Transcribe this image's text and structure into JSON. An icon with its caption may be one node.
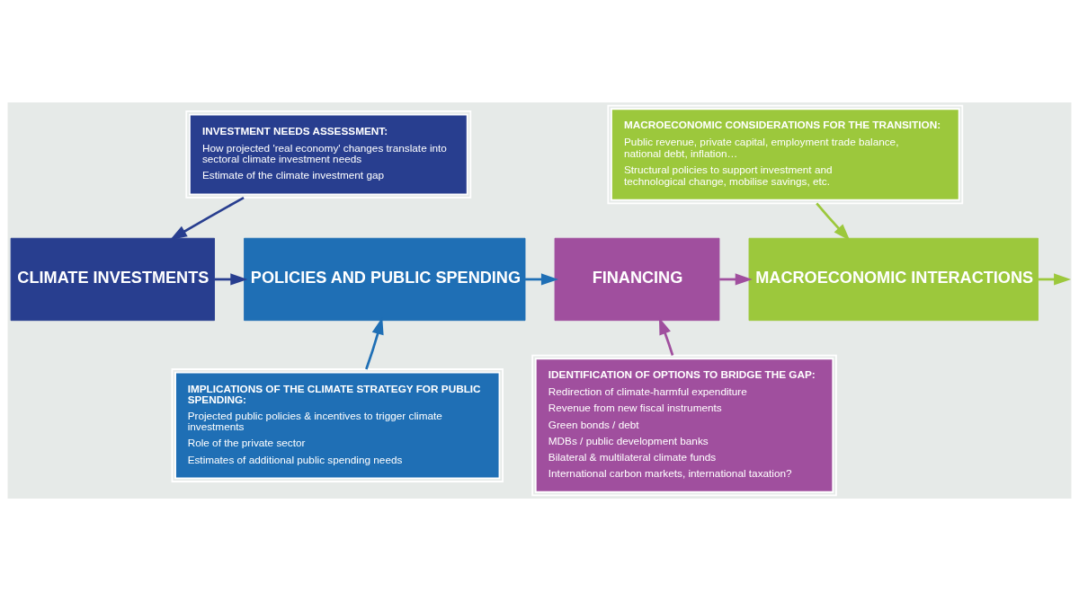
{
  "diagram": {
    "nodes": [
      {
        "text": [
          "INVESTMENT NEEDS ASSESSMENT:",
          "How projected 'real economy' changes translate into sectoral climate investment needs",
          "Estimate of the climate investment gap"
        ]
      },
      {
        "text": [
          "MACROECONOMIC CONSIDERATIONS FOR THE TRANSITION:",
          "Public revenue, private capital, employment trade balance, national debt, inflation…",
          "Structural policies to support investment and technological change, mobilise savings, etc."
        ]
      },
      {
        "text": [
          "CLIMATE INVESTMENTS"
        ]
      },
      {
        "text": [
          "POLICIES AND PUBLIC SPENDING"
        ]
      },
      {
        "text": [
          "FINANCING"
        ]
      },
      {
        "text": [
          "MACROECONOMIC INTERACTIONS"
        ]
      },
      {
        "text": [
          "IMPLICATIONS OF THE CLIMATE STRATEGY FOR PUBLIC SPENDING:",
          "Projected public policies & incentives to trigger climate investments",
          "Role of the private sector",
          "Estimates of additional public spending needs"
        ]
      },
      {
        "text": [
          "IDENTIFICATION OF OPTIONS TO BRIDGE THE GAP:",
          "Redirection of climate-harmful expenditure",
          "Revenue from new fiscal instruments",
          "Green bonds / debt",
          "MDBs / public development banks",
          "Bilateral & multilateral climate funds",
          "International carbon markets, international taxation?"
        ]
      }
    ],
    "edges": [
      {
        "from": 2,
        "to": 3,
        "arrow": "to",
        "color": "#283e8f"
      },
      {
        "from": 3,
        "to": 4,
        "arrow": "to",
        "color": "#1f6fb5"
      },
      {
        "from": 4,
        "to": 5,
        "arrow": "to",
        "color": "#a04f9e"
      },
      {
        "from": 5,
        "to": null,
        "arrow": "to",
        "color": "#9cc83c"
      },
      {
        "from": 0,
        "to": 2,
        "arrow": "to",
        "color": "#283e8f"
      },
      {
        "from": 1,
        "to": 5,
        "arrow": "to",
        "color": "#9cc83c"
      },
      {
        "from": 6,
        "to": 3,
        "arrow": "to",
        "color": "#1f6fb5"
      },
      {
        "from": 7,
        "to": 4,
        "arrow": "to",
        "color": "#a04f9e"
      }
    ]
  }
}
